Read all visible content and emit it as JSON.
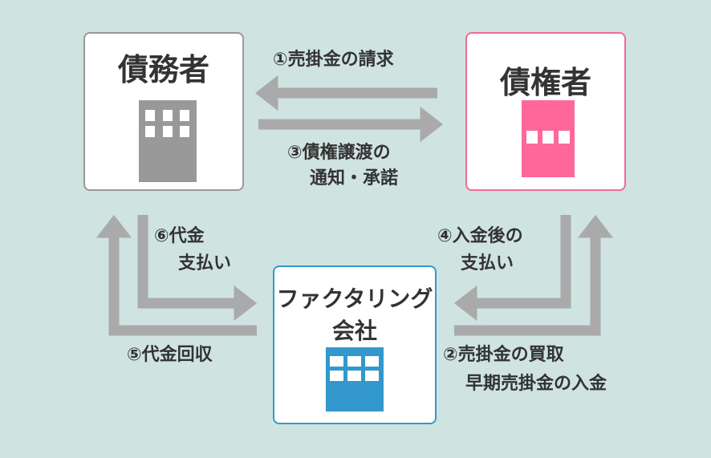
{
  "parties": {
    "debtor": "債務者",
    "creditor": "債権者",
    "factor_line1": "ファクタリング",
    "factor_line2": "会社"
  },
  "steps": {
    "s1": "①売掛金の請求",
    "s3_line1": "③債権譲渡の",
    "s3_line2": "通知・承諾",
    "s6_line1": "⑥代金",
    "s6_line2": "支払い",
    "s5": "⑤代金回収",
    "s4_line1": "④入金後の",
    "s4_line2": "支払い",
    "s2_line1": "②売掛金の買取",
    "s2_line2": "早期売掛金の入金"
  },
  "colors": {
    "background": "#cfe3e1",
    "arrow": "#aaaaaa",
    "debtor": "#999999",
    "creditor": "#ff6699",
    "factor": "#3399cc"
  }
}
